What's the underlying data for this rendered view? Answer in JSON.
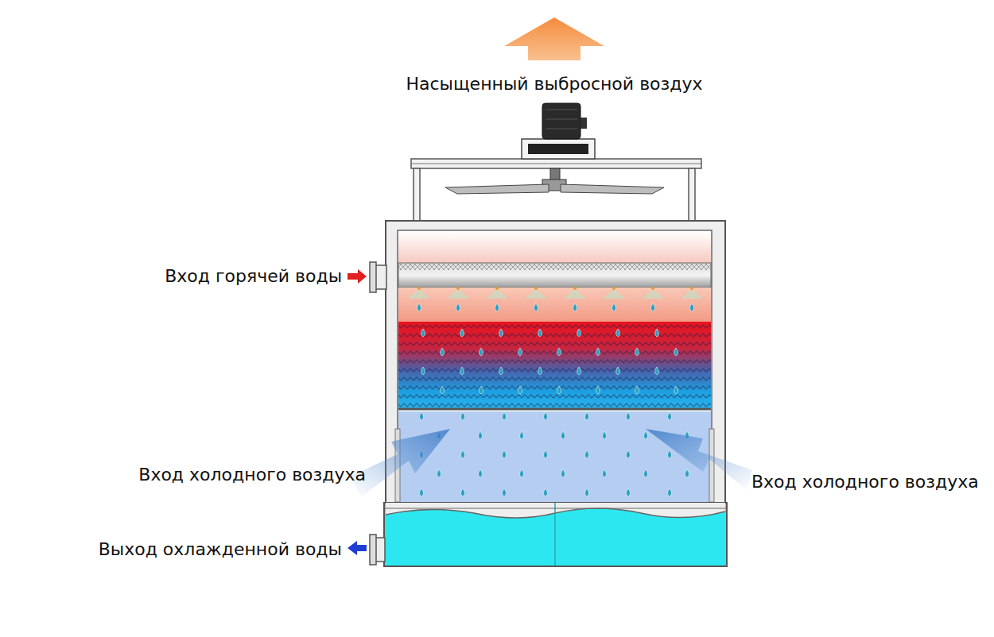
{
  "diagram": {
    "labels": [
      "Насыщенный выбросной воздух",
      "Вход горячей воды",
      "Вход холодного воздуха",
      "Вход холодного воздуха",
      "Выход охлажденной воды"
    ]
  }
}
